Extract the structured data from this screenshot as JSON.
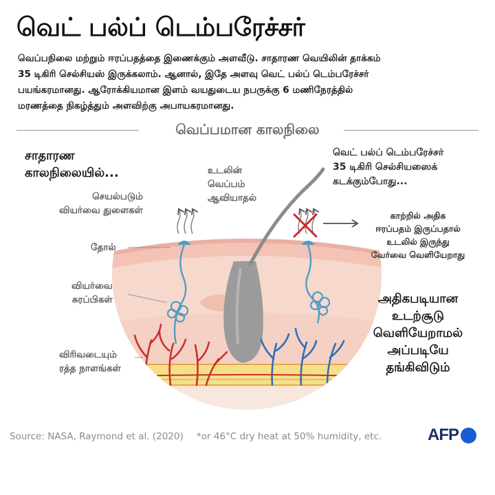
{
  "header": {
    "title": "வெட் பல்ப் டெம்பரேச்சர்",
    "intro_lines": [
      "வெப்பநிலை மற்றும் ஈரப்பதத்தை இணைக்கும் அளவீடு. சாதாரண வெயிலின் தாக்கம்",
      "35 டிகிரி செல்சியஸ் இருக்கலாம். ஆனால்,  இதே அளவு வெட் பல்ப் டெம்பரேச்சர்",
      "பயங்கரமானது. ஆரோக்கியமான இளம் வயதுடைய நபருக்கு 6 மணிநேரத்தில்",
      "மரணத்தை நிகழ்த்தும் அளவிற்கு அபாயகரமானது."
    ]
  },
  "section": {
    "title": "வெப்பமான காலநிலை"
  },
  "left": {
    "heading_lines": [
      "சாதாரண",
      "காலநிலையில்..."
    ],
    "sweat_pores_lines": [
      "செயல்படும்",
      "வியர்வை துளைகள்"
    ],
    "evaporation_lines": [
      "உடலின்",
      "வெப்பம்",
      "ஆவியாதல்"
    ],
    "skin": "தோல்",
    "sweat_glands_lines": [
      "வியர்வை",
      "சுரப்பிகள்"
    ],
    "blood_vessels_lines": [
      "விரிவடையும்",
      "ரத்த நாளங்கள்"
    ]
  },
  "right": {
    "heading_lines": [
      "வெட் பல்ப் டெம்பரேச்சர்",
      "35 டிகிரி செல்சியஸைக்",
      "கடக்கும்போது..."
    ],
    "humidity_lines": [
      "காற்றில் அதிக",
      "ஈரப்பதம் இருப்பதால்",
      "உடலில் இருந்து",
      "வேர்வை வெளியேறாது"
    ],
    "heat_lines": [
      "அதிகபடியான",
      "உடற்சூடு",
      "வெளியேறாமல்",
      "அப்படியே",
      "தங்கிவிடும்"
    ]
  },
  "colors": {
    "skin_top": "#f7dccf",
    "skin_mid": "#f3c9bd",
    "dermis": "#f6d8cc",
    "fat_layer": "#f5e08a",
    "gland": "#4f9cc4",
    "vessel_red": "#c9302c",
    "vessel_blue": "#2f6fb5",
    "hair": "#8c8c8c",
    "cross": "#d0282e",
    "afp_dot": "#1a5bd6"
  },
  "footer": {
    "source": "Source: NASA, Raymond et al. (2020)",
    "note": "*or 46°C dry heat at 50% humidity, etc.",
    "logo": "AFP"
  }
}
